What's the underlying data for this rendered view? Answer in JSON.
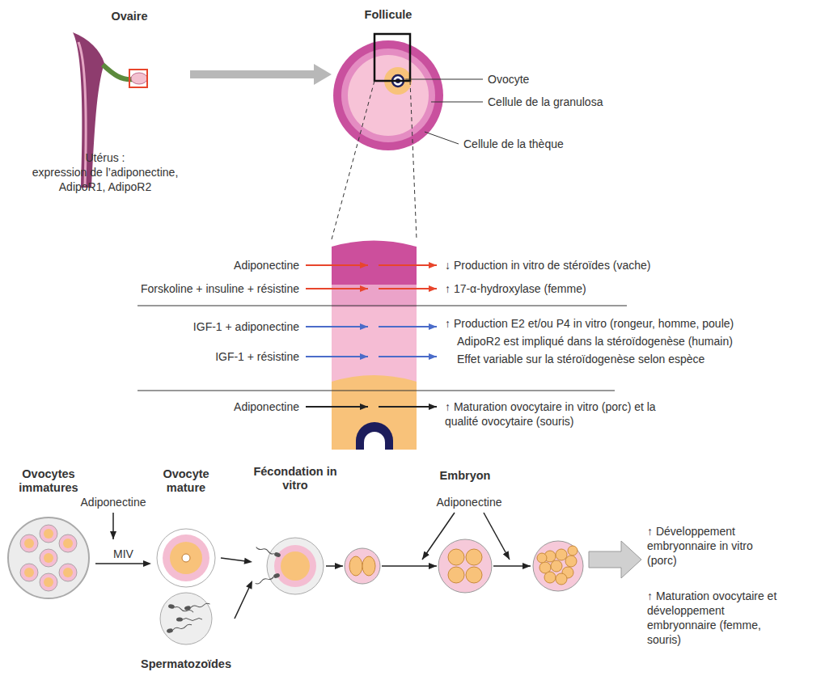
{
  "diagram": {
    "nodes": [
      {
        "text": [
          "Ovaire"
        ]
      },
      {
        "text": [
          "Follicule"
        ]
      },
      {
        "text": [
          "Ovocytes immatures"
        ]
      },
      {
        "text": [
          "Ovocyte mature"
        ]
      },
      {
        "text": [
          "Spermatozoïdes"
        ]
      },
      {
        "text": [
          "Fécondation in vitro"
        ]
      },
      {
        "text": [
          "Embryon"
        ]
      }
    ],
    "edges": [
      {
        "from": 0,
        "to": 1,
        "arrow": "to"
      },
      {
        "from": 2,
        "to": 3,
        "label": "MIV",
        "arrow": "to"
      },
      {
        "from": 3,
        "to": 5,
        "arrow": "to"
      },
      {
        "from": 4,
        "to": 5,
        "arrow": "to"
      }
    ],
    "labels": [
      "Utérus :",
      "expression de l’adiponectine, AdipoR1, AdipoR2",
      "Ovocyte",
      "Cellule de la granulosa",
      "Cellule de la thèque",
      "Adiponectine",
      "Forskoline + insuline + résistine",
      "IGF-1 + adiponectine",
      "IGF-1 + résistine",
      "Adiponectine",
      "↓ Production in vitro de stéroïdes (vache)",
      "↑ 17-α-hydroxylase (femme)",
      "↑ Production E2 et/ou P4 in vitro (rongeur, homme, poule)",
      "AdipoR2 est impliqué dans la stéroïdogenèse (humain)",
      "Effet variable sur la stéroïdogenèse selon espèce",
      "↑ Maturation ovocytaire in vitro (porc) et la qualité ovocytaire (souris)",
      "Adiponectine",
      "Adiponectine",
      "↑ Développement embryonnaire in vitro (porc)",
      "↑ Maturation ovocytaire et développement embryonnaire (femme, souris)"
    ]
  }
}
